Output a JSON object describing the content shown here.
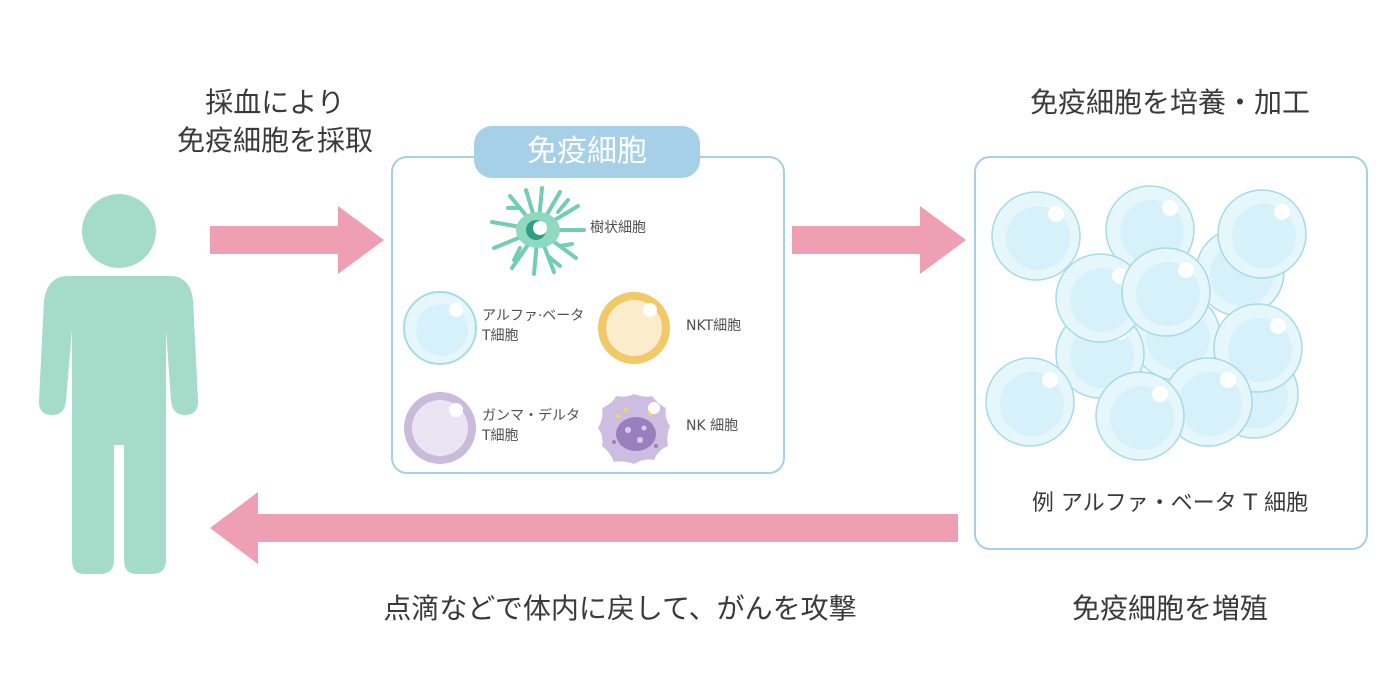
{
  "captions": {
    "collect": [
      "採血により",
      "免疫細胞を採取"
    ],
    "culture": "免疫細胞を培養・加工",
    "expand": "免疫細胞を増殖",
    "return": "点滴などで体内に戻して、がんを攻撃"
  },
  "immune_panel": {
    "title": "免疫細胞",
    "cells": [
      {
        "name": "dendritic",
        "label": [
          "樹状細胞"
        ]
      },
      {
        "name": "alpha-beta-t",
        "label": [
          "アルファ·ベータ",
          "T細胞"
        ]
      },
      {
        "name": "nkt",
        "label": [
          "NKT細胞"
        ]
      },
      {
        "name": "gamma-delta-t",
        "label": [
          "ガンマ・デルタ",
          "T細胞"
        ]
      },
      {
        "name": "nk",
        "label": [
          "NK 細胞"
        ]
      }
    ]
  },
  "culture_panel": {
    "example_label": "例 アルファ・ベータ T 細胞"
  },
  "colors": {
    "person": "#a4dcc9",
    "arrow": "#ee9fb3",
    "panel_border": "#a8cfe6",
    "panel_title_bg": "#a6cfe8",
    "cell_blue_edge": "#a6d9ea",
    "cell_blue_fill": "#e6f7fc",
    "cell_gold": "#f1c969",
    "cell_purple": "#cbbbdb",
    "nk_purple": "#9a7fbe",
    "dendritic_green": "#73cdb2"
  }
}
